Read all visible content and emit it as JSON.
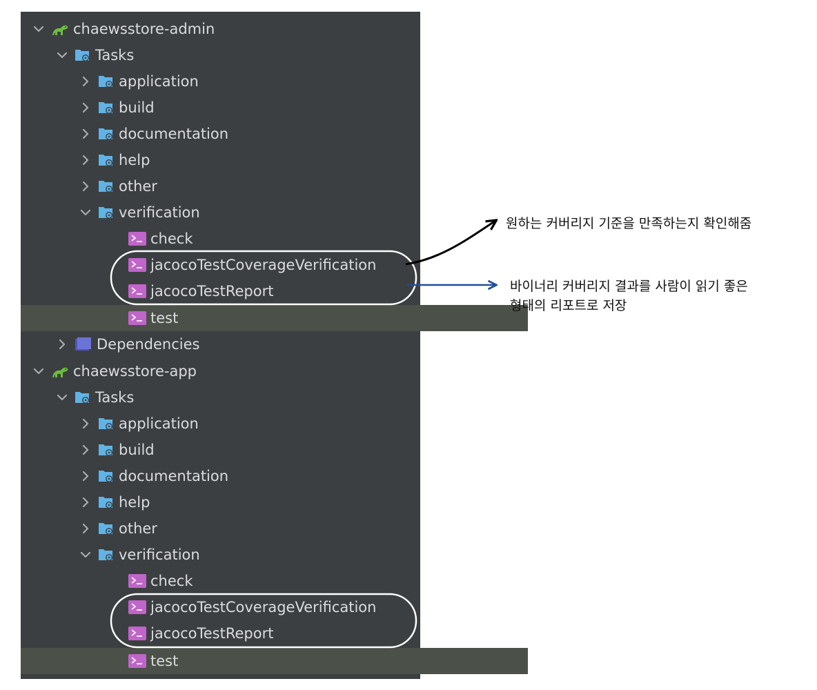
{
  "tree": {
    "projects": [
      {
        "name": "chaewsstore-admin",
        "tasks_label": "Tasks",
        "groups": [
          "application",
          "build",
          "documentation",
          "help",
          "other"
        ],
        "verification_label": "verification",
        "verification_tasks": [
          "check",
          "jacocoTestCoverageVerification",
          "jacocoTestReport",
          "test"
        ],
        "dependencies_label": "Dependencies"
      },
      {
        "name": "chaewsstore-app",
        "tasks_label": "Tasks",
        "groups": [
          "application",
          "build",
          "documentation",
          "help",
          "other"
        ],
        "verification_label": "verification",
        "verification_tasks": [
          "check",
          "jacocoTestCoverageVerification",
          "jacocoTestReport",
          "test"
        ]
      }
    ]
  },
  "annotations": {
    "note1": "원하는 커버리지 기준을 만족하는지 확인해줌",
    "note2_line1": "바이너리 커버리지 결과를 사람이 읽기 좋은",
    "note2_line2": "형태의 리포트로 저장"
  },
  "colors": {
    "panel_bg": "#3c3f41",
    "selected_row_bg": "#4b5049",
    "text": "#dadcde",
    "folder_icon": "#5fb3e6",
    "gradle_icon": "#6cbf3c",
    "task_icon": "#c065c9",
    "dependencies_icon": "#6b73d6",
    "arrow_black": "#000000",
    "arrow_blue": "#1f4e9a"
  }
}
